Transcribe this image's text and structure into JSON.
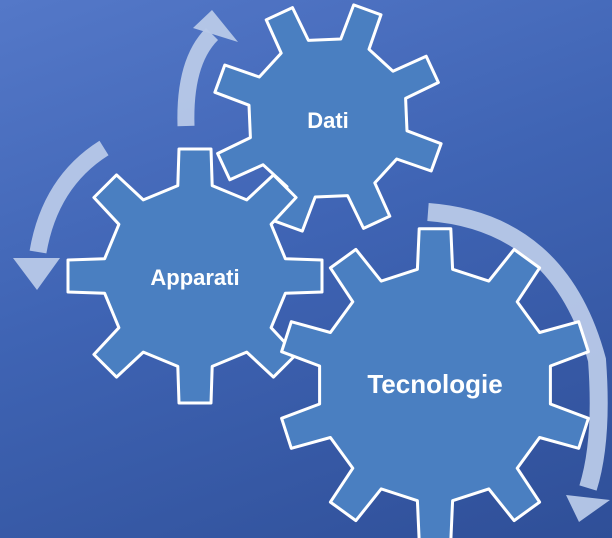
{
  "diagram": {
    "gears": [
      {
        "id": "dati",
        "label": "Dati"
      },
      {
        "id": "apparati",
        "label": "Apparati"
      },
      {
        "id": "tecnologie",
        "label": "Tecnologie"
      }
    ],
    "colors": {
      "background_top": "#5478c8",
      "background_bottom": "#2f4f98",
      "gear_fill": "#4a7fc1",
      "gear_stroke": "#ffffff",
      "arrow": "#b8c9e8"
    }
  }
}
